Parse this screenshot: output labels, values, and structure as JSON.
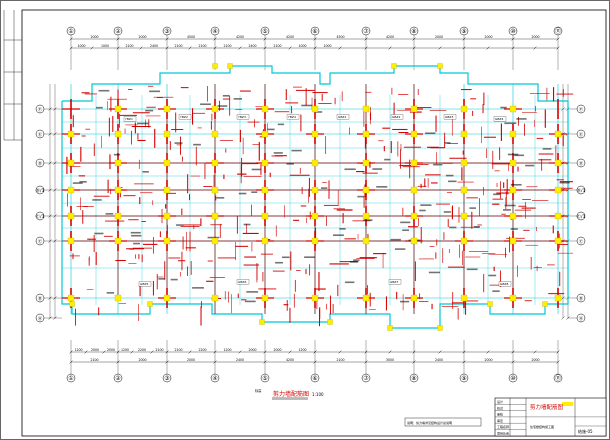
{
  "drawing": {
    "title": "剪力墙配筋图",
    "scale": "1:100",
    "title_prefix": "标高",
    "notes_label": "说明：剪力墙详见结构设计总说明",
    "grid_cols": [
      "①",
      "②",
      "③",
      "④",
      "⑤",
      "⑥",
      "⑦",
      "⑧",
      "⑨",
      "⑩",
      "⑪"
    ],
    "grid_rows": [
      "Ⓕ",
      "Ⓔ",
      "Ⓓ",
      "Ⓓ/1",
      "Ⓒ/1",
      "Ⓒ",
      "Ⓑ",
      "Ⓐ"
    ],
    "top_dims_outer": [
      "2000",
      "2000",
      "4500",
      "4200",
      "4200",
      "4500",
      "4200",
      "2000",
      "2000",
      "2000"
    ],
    "top_dims_inner": [
      "1000",
      "1000",
      "2100",
      "2400",
      "2100",
      "2100",
      "2100",
      "2400",
      "2100",
      "1000",
      "1000"
    ],
    "bottom_dims_outer": [
      "2100",
      "2000",
      "2000",
      "2400",
      "4200",
      "2100",
      "3000",
      "2400",
      "2000",
      "2000"
    ],
    "bottom_dims_inner": [
      "1200",
      "2000",
      "2000",
      "1200",
      "2200",
      "2100",
      "2100",
      "2200",
      "1200",
      "2000",
      "2000",
      "1200"
    ],
    "room_tags": [
      "YBZ1",
      "YBZ2",
      "YBZ3",
      "YBZ4",
      "GBZ1",
      "GBZ2",
      "GBZ3",
      "GBZ4",
      "GBZ5",
      "GBZ6",
      "GBZ7",
      "GBZ8"
    ]
  },
  "title_block": {
    "project": "剪力墙配筋图",
    "row_labels": [
      "设计",
      "校对",
      "审核",
      "审定",
      "工程名称",
      "项目负责"
    ],
    "sheet_no": "结施-05",
    "stamp": "住宅楼结构施工图"
  },
  "colors": {
    "frame": "#000000",
    "grid": "#00c8d8",
    "wall": "#d40000",
    "column": "#ffee00",
    "detail": "#8b0000"
  }
}
